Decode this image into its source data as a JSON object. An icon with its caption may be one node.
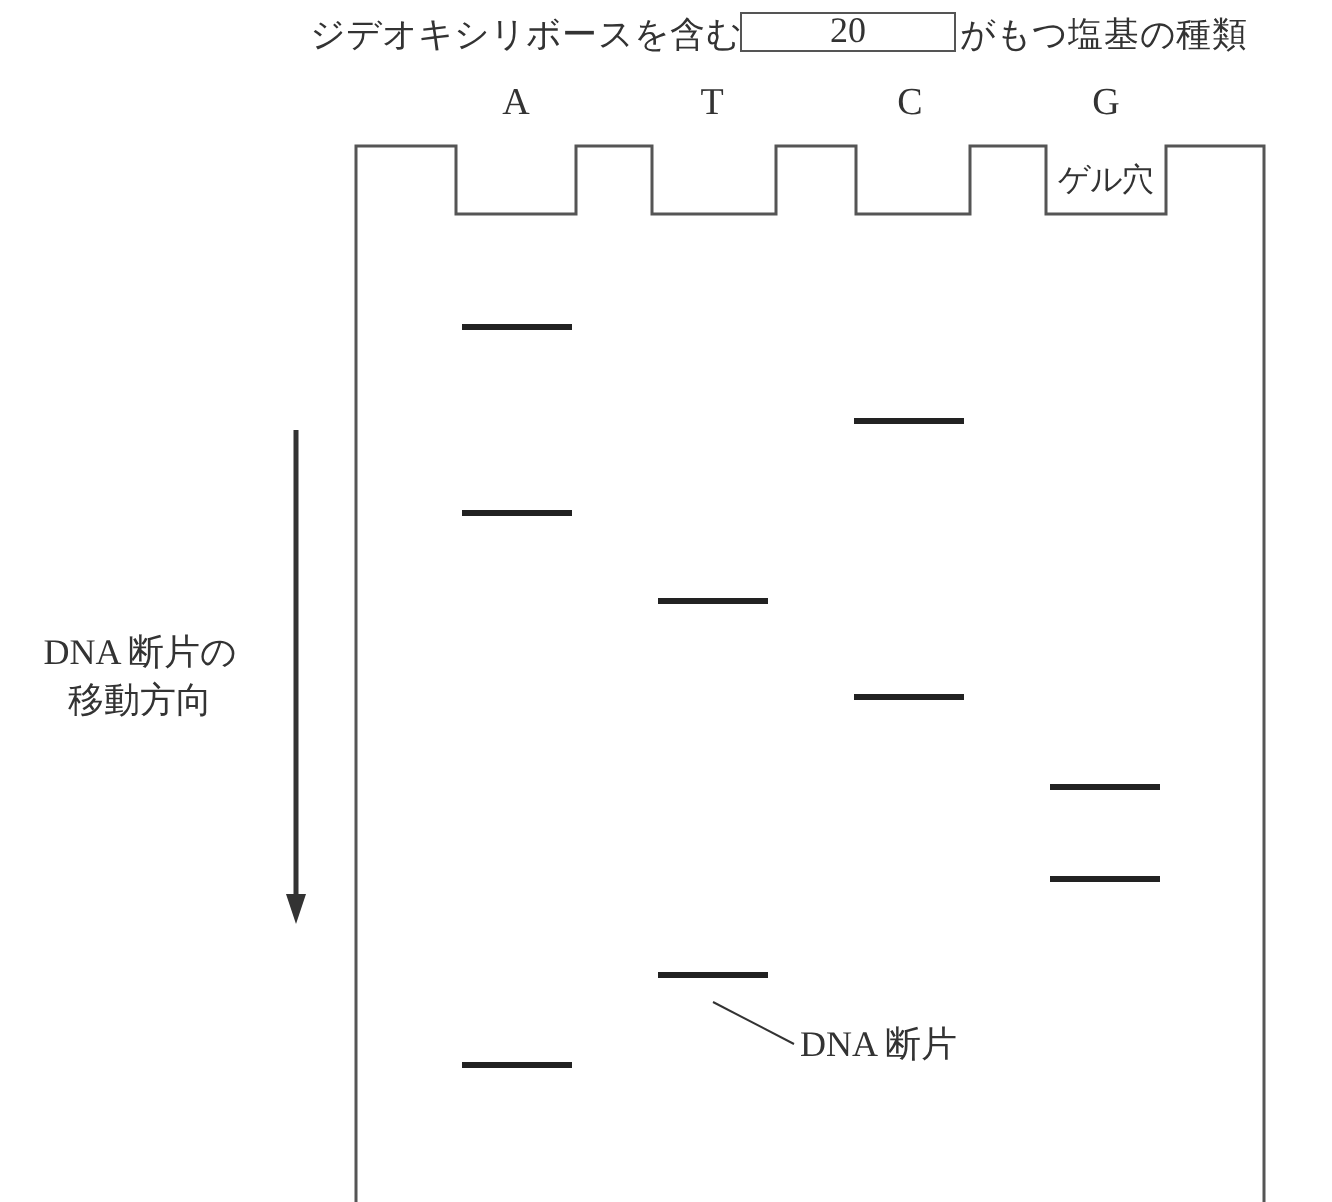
{
  "diagram": {
    "nodes": [
      {
        "text": [
          "20"
        ]
      },
      {
        "text": [
          "DNA 断片"
        ]
      },
      {
        "text": [],
        "shape": "bar"
      },
      {
        "text": [],
        "shape": "bar"
      },
      {
        "text": [],
        "shape": "bar"
      },
      {
        "text": [],
        "shape": "bar"
      },
      {
        "text": [],
        "shape": "bar"
      },
      {
        "text": [],
        "shape": "bar"
      },
      {
        "text": [],
        "shape": "bar"
      },
      {
        "text": [],
        "shape": "bar"
      },
      {
        "text": [],
        "shape": "bar"
      }
    ],
    "edges": [
      {
        "from": 1,
        "to": 6,
        "arrow": "none"
      }
    ],
    "labels": [
      "ジデオキシリボースを含む",
      "がもつ塩基の種類",
      "A",
      "T",
      "C",
      "G",
      "ゲル穴",
      "DNA 断片の移動方向"
    ]
  }
}
